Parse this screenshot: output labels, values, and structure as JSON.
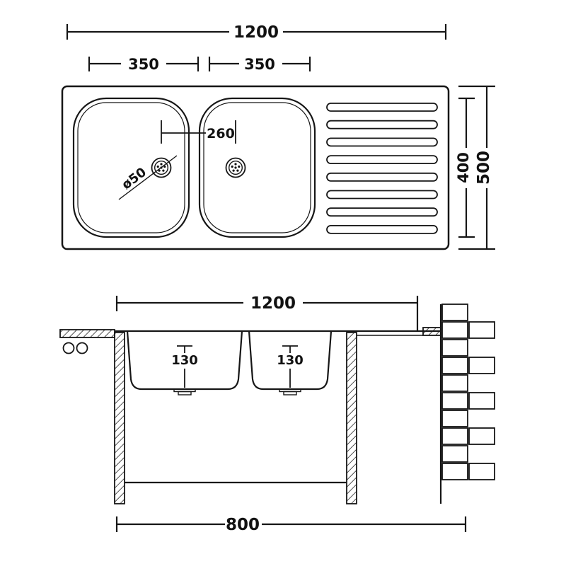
{
  "top_view": {
    "overall_width": "1200",
    "left_bowl_width": "350",
    "right_bowl_width": "350",
    "drain_center_distance": "260",
    "drain_diameter": "ø50",
    "overall_depth": "500",
    "inner_depth": "400"
  },
  "section_view": {
    "top_width": "1200",
    "left_bowl_depth": "130",
    "right_bowl_depth": "130",
    "base_width": "800"
  }
}
